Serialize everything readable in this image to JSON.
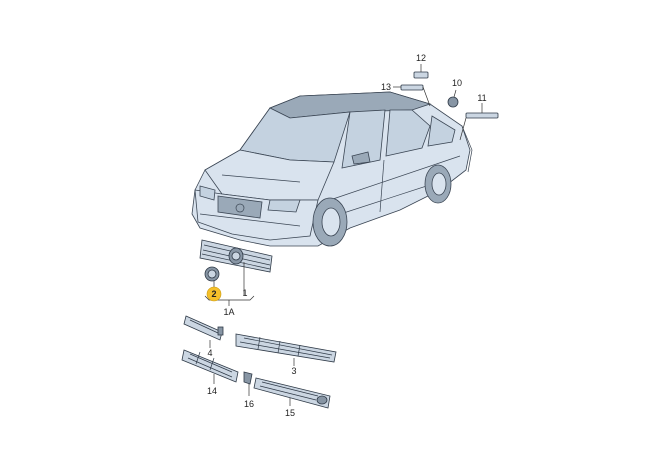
{
  "callouts": {
    "c1": "1",
    "c1a": "1A",
    "c2": "2",
    "c3": "3",
    "c4": "4",
    "c10": "10",
    "c11": "11",
    "c12": "12",
    "c13": "13",
    "c14": "14",
    "c15": "15",
    "c16": "16"
  },
  "colors": {
    "highlight": "#f5c02a",
    "car_fill": "#d9e3ee",
    "outline": "#3b4654"
  }
}
